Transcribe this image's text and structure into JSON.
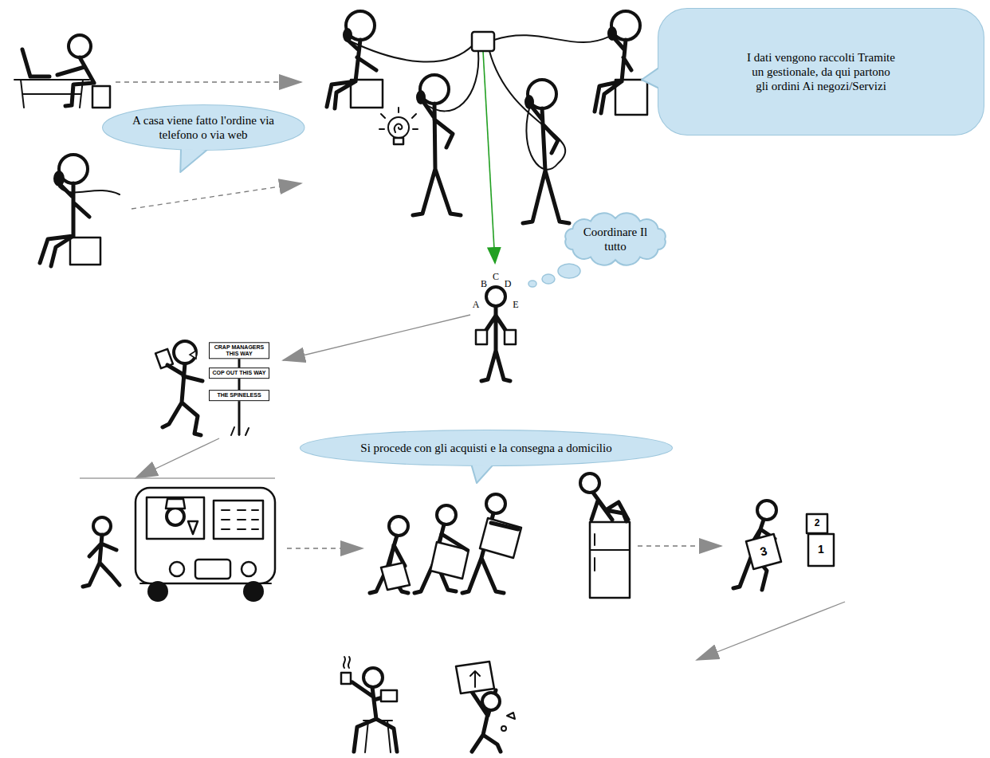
{
  "diagram": {
    "nodes": [
      {
        "text": [
          "A casa viene fatto l'ordine via telefono o via web"
        ]
      },
      {
        "text": [
          "I dati vengono raccolti Tramite un gestionale, da qui partono gli ordini Ai negozi/Servizi"
        ]
      },
      {
        "text": [
          "Coordinare Il tutto"
        ]
      },
      {
        "text": [
          "Si procede con gli acquisti e la consegna a domicilio"
        ]
      }
    ],
    "labels": [
      "A",
      "B",
      "C",
      "D",
      "E",
      "CRAP MANAGERS THIS WAY",
      "COP OUT THIS WAY",
      "THE SPINELESS",
      "3",
      "2",
      "1"
    ]
  }
}
